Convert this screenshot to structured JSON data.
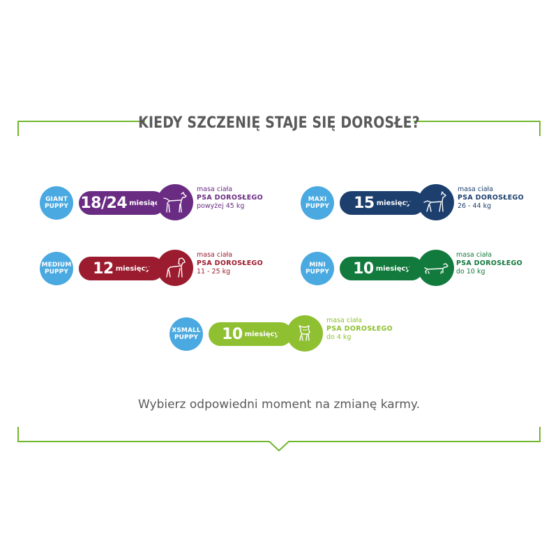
{
  "title": "KIEDY SZCZENIĘ STAJE SIĘ DOROSŁE?",
  "footer": "Wybierz odpowiedni moment na zmianę karmy.",
  "colors": {
    "frame": "#72b62d",
    "badge": "#4aa9e0",
    "giant": "#6a2c82",
    "maxi": "#1d3f6e",
    "medium": "#9b1c2e",
    "mini": "#127a3c",
    "xsmall": "#8fc031",
    "text": "#595959"
  },
  "items": {
    "giant": {
      "badge_line1": "GIANT",
      "badge_line2": "PUPPY",
      "number": "18/24",
      "unit": "miesiące",
      "mass_label": "masa ciała",
      "adult_label": "PSA DOROSŁEGO",
      "range": "powyżej 45 kg",
      "icon": "great-dane-icon"
    },
    "maxi": {
      "badge_line1": "MAXI",
      "badge_line2": "PUPPY",
      "number": "15",
      "unit": "miesięcy",
      "mass_label": "masa ciała",
      "adult_label": "PSA DOROSŁEGO",
      "range": "26 - 44 kg",
      "icon": "shepherd-dog-icon"
    },
    "medium": {
      "badge_line1": "MEDIUM",
      "badge_line2": "PUPPY",
      "number": "12",
      "unit": "miesięcy",
      "mass_label": "masa ciała",
      "adult_label": "PSA DOROSŁEGO",
      "range": "11 - 25 kg",
      "icon": "spaniel-dog-icon"
    },
    "mini": {
      "badge_line1": "MINI",
      "badge_line2": "PUPPY",
      "number": "10",
      "unit": "miesięcy",
      "mass_label": "masa ciała",
      "adult_label": "PSA DOROSŁEGO",
      "range": "do 10 kg",
      "icon": "dachshund-icon"
    },
    "xsmall": {
      "badge_line1": "XSMALL",
      "badge_line2": "PUPPY",
      "number": "10",
      "unit": "miesięcy",
      "mass_label": "masa ciała",
      "adult_label": "PSA DOROSŁEGO",
      "range": "do 4 kg",
      "icon": "small-dog-icon"
    }
  }
}
